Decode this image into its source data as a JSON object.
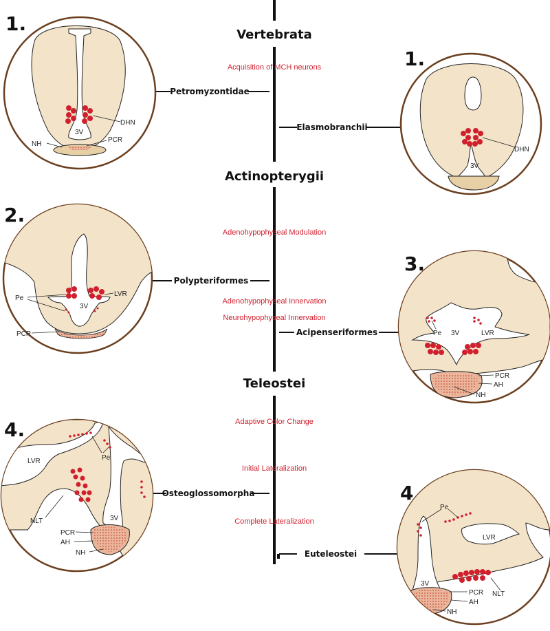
{
  "clades": {
    "vertebrata": "Vertebrata",
    "actinopterygii": "Actinopterygii",
    "teleostei": "Teleostei",
    "petromyzontidae": "Petromyzontidae",
    "elasmobranchii": "Elasmobranchii",
    "polypteriformes": "Polypteriformes",
    "acipenseriformes": "Acipenseriformes",
    "osteoglossomorpha": "Osteoglossomorpha",
    "euteleostei": "Euteleostei"
  },
  "events": {
    "mch": "Acquisition of MCH neurons",
    "adeno_mod": "Adenohypophyseal Modulation",
    "adeno_inn": "Adenohypophyseal Innervation",
    "neuro_inn": "Neurohypophyseal Innervation",
    "color": "Adaptive Color Change",
    "init_lat": "Initial Lateralization",
    "comp_lat": "Complete Lateralization"
  },
  "panels": {
    "petromyzontidae": {
      "number": "1.",
      "labels": {
        "dhn": "DHN",
        "v3": "3V",
        "nh": "NH",
        "pcr": "PCR"
      }
    },
    "elasmobranchii": {
      "number": "1.",
      "labels": {
        "dhn": "DHN",
        "v3": "3V"
      }
    },
    "polypteriformes": {
      "number": "2.",
      "labels": {
        "pe": "Pe",
        "v3": "3V",
        "lvr": "LVR",
        "pcr": "PCR"
      }
    },
    "acipenseriformes": {
      "number": "3.",
      "labels": {
        "pe": "Pe",
        "v3": "3V",
        "lvr": "LVR",
        "pcr": "PCR",
        "ah": "AH",
        "nh": "NH"
      }
    },
    "osteoglossomorpha": {
      "number": "4.",
      "labels": {
        "lvr": "LVR",
        "pe": "Pe",
        "nlt": "NLT",
        "v3": "3V",
        "pcr": "PCR",
        "ah": "AH",
        "nh": "NH"
      }
    },
    "euteleostei": {
      "number": "4.",
      "labels": {
        "pe": "Pe",
        "lvr": "LVR",
        "v3": "3V",
        "pcr": "PCR",
        "nlt": "NLT",
        "ah": "AH",
        "nh": "NH"
      }
    }
  },
  "colors": {
    "mch_cells": "#d0202e",
    "tissue": "#f3e3c9",
    "circle_border": "#6b3f1f",
    "event_text": "#d0202e"
  }
}
